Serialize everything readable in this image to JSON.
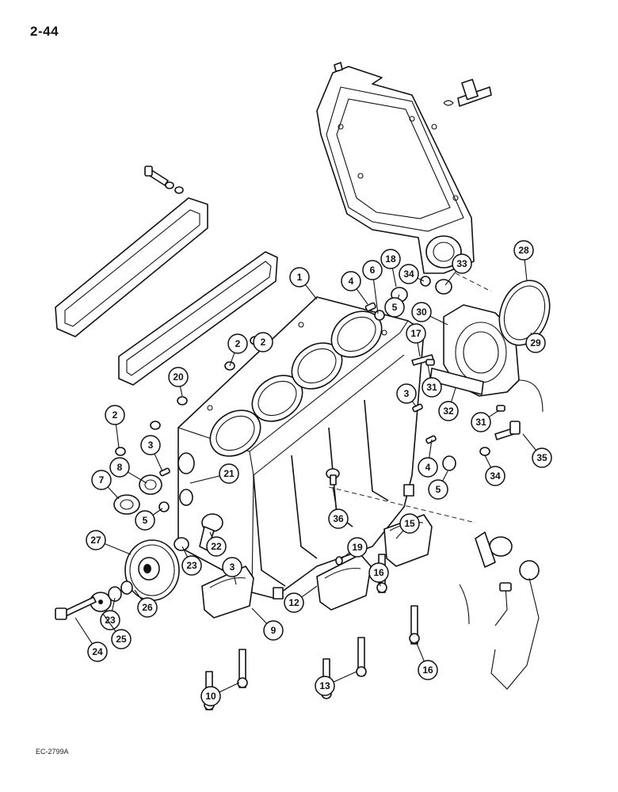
{
  "page": {
    "number": "2-44",
    "figure_code": "EC-2799A"
  },
  "callouts": [
    "1",
    "2",
    "2",
    "2",
    "3",
    "3",
    "3",
    "4",
    "4",
    "5",
    "5",
    "5",
    "6",
    "7",
    "8",
    "9",
    "10",
    "12",
    "13",
    "15",
    "16",
    "16",
    "17",
    "18",
    "19",
    "20",
    "21",
    "22",
    "23",
    "23",
    "24",
    "25",
    "26",
    "27",
    "28",
    "29",
    "30",
    "31",
    "31",
    "32",
    "33",
    "34",
    "34",
    "35",
    "36"
  ]
}
